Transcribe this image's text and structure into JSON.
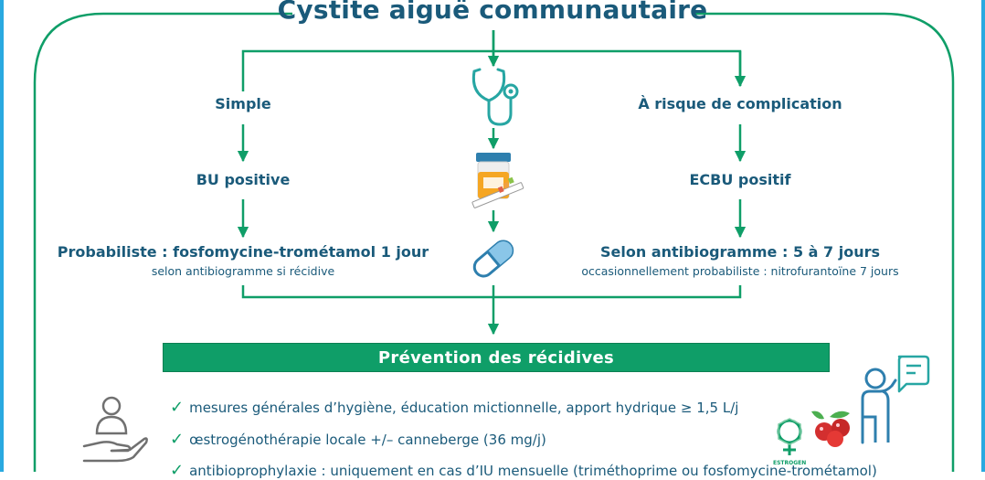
{
  "title": "Cystite aiguë communautaire",
  "left_branch": {
    "label": "Simple",
    "test": "BU positive",
    "treatment": "Probabiliste : fosfomycine-trométamol 1 jour",
    "treatment_note": "selon antibiogramme si récidive"
  },
  "right_branch": {
    "label": "À risque de complication",
    "test": "ECBU positif",
    "treatment": "Selon antibiogramme : 5 à 7 jours",
    "treatment_note": "occasionnellement probabiliste : nitrofurantoïne 7 jours"
  },
  "prevention": {
    "title": "Prévention des récidives",
    "items": [
      "mesures générales d’hygiène, éducation mictionnelle, apport hydrique ≥ 1,5 L/j",
      "œstrogénothérapie locale +/– canneberge (36 mg/j)",
      "antibioprophylaxie : uniquement en cas d’IU mensuelle (triméthoprime ou fosfomycine-trométamol)"
    ],
    "check_glyph": "✓"
  },
  "estrogen_logo_text": "ESTROGEN",
  "icons": [
    "stethoscope-icon",
    "urine-cup-icon",
    "test-strip-icon",
    "capsule-icon",
    "caring-hand-icon",
    "venus-icon",
    "berries-icon",
    "person-speaking-icon",
    "speech-bubble-icon"
  ],
  "colors": {
    "green": "#0f9e68",
    "navy": "#1a5a7a",
    "teal": "#27a6a3",
    "edge": "#29a9e0"
  }
}
